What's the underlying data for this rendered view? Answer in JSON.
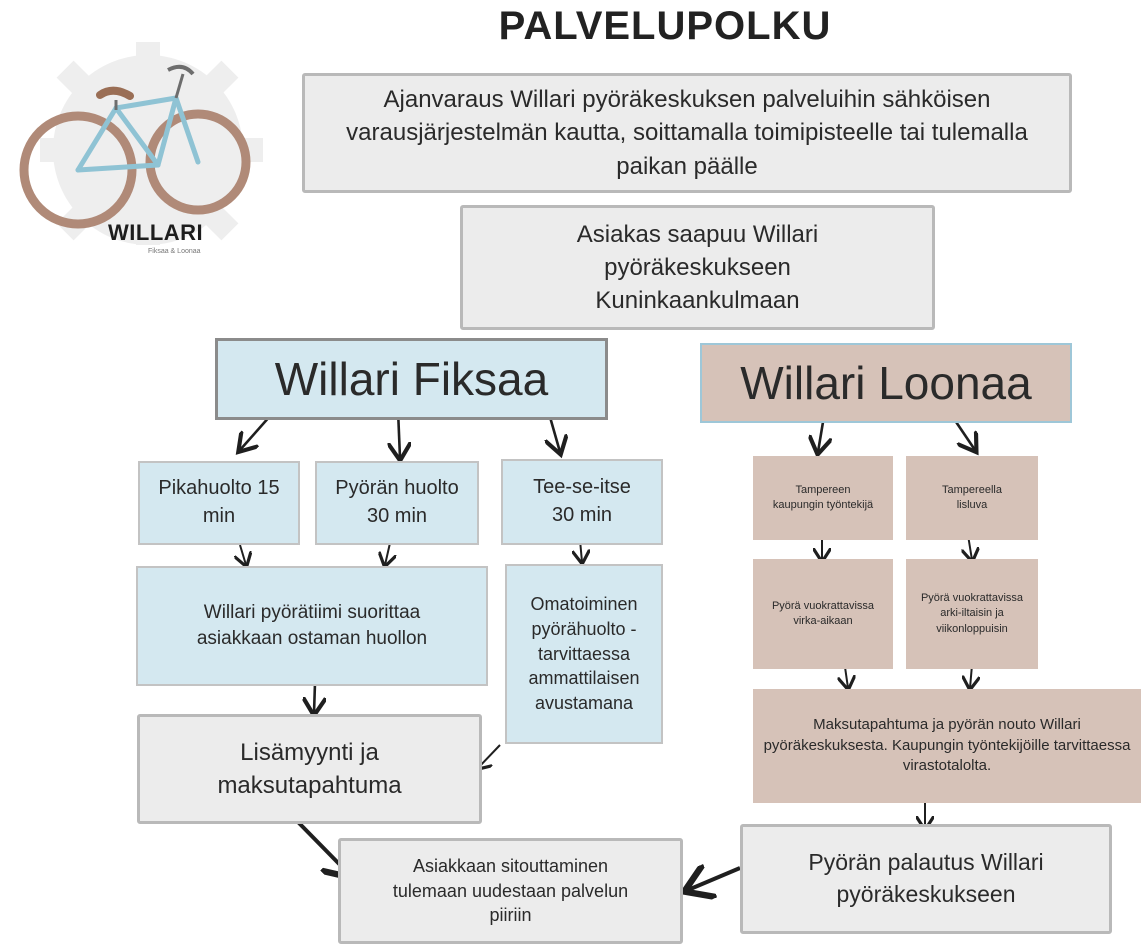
{
  "title": "PALVELUPOLKU",
  "logo": {
    "name": "WILLARI",
    "subtitle": "Fiksaa & Loonaa"
  },
  "boxes": {
    "booking": "Ajanvaraus Willari pyöräkeskuksen palveluihin sähköisen varausjärjestelmän kautta, soittamalla toimipisteelle tai tulemalla paikan päälle",
    "arrival": "Asiakas saapuu Willari pyöräkeskukseen Kuninkaankulmaan",
    "fiksaa": "Willari Fiksaa",
    "loonaa": "Willari Loonaa",
    "pikahuolto": "Pikahuolto 15 min",
    "pyoran_huolto": "Pyörän huolto 30 min",
    "tee_se_itse": "Tee-se-itse 30 min",
    "team_service": "Willari pyörätiimi suorittaa asiakkaan ostaman huollon",
    "self_service": "Omatoiminen pyörähuolto - tarvittaessa ammattilaisen avustamana",
    "upsell": "Lisämyynti ja maksutapahtuma",
    "commitment": "Asiakkaan sitouttaminen tulemaan uudestaan palvelun piiriin",
    "city_worker": "Tampereen kaupungin työntekijä",
    "resident": "Tampereella lisluva",
    "rent_office_hours": "Pyörä vuokrattavissa virka-aikaan",
    "rent_evenings": "Pyörä vuokrattavissa arki-iltaisin ja viikonloppuisin",
    "payment_pickup": "Maksutapahtuma ja pyörän nouto Willari pyöräkeskuksesta. Kaupungin työntekijöille tarvittaessa virastotalolta.",
    "return": "Pyörän palautus Willari pyöräkeskukseen"
  },
  "colors": {
    "blue_box": "#d4e8f0",
    "brown_box": "#d6c2b8",
    "gray_box": "#ececec",
    "arrow": "#1f1f1f"
  }
}
